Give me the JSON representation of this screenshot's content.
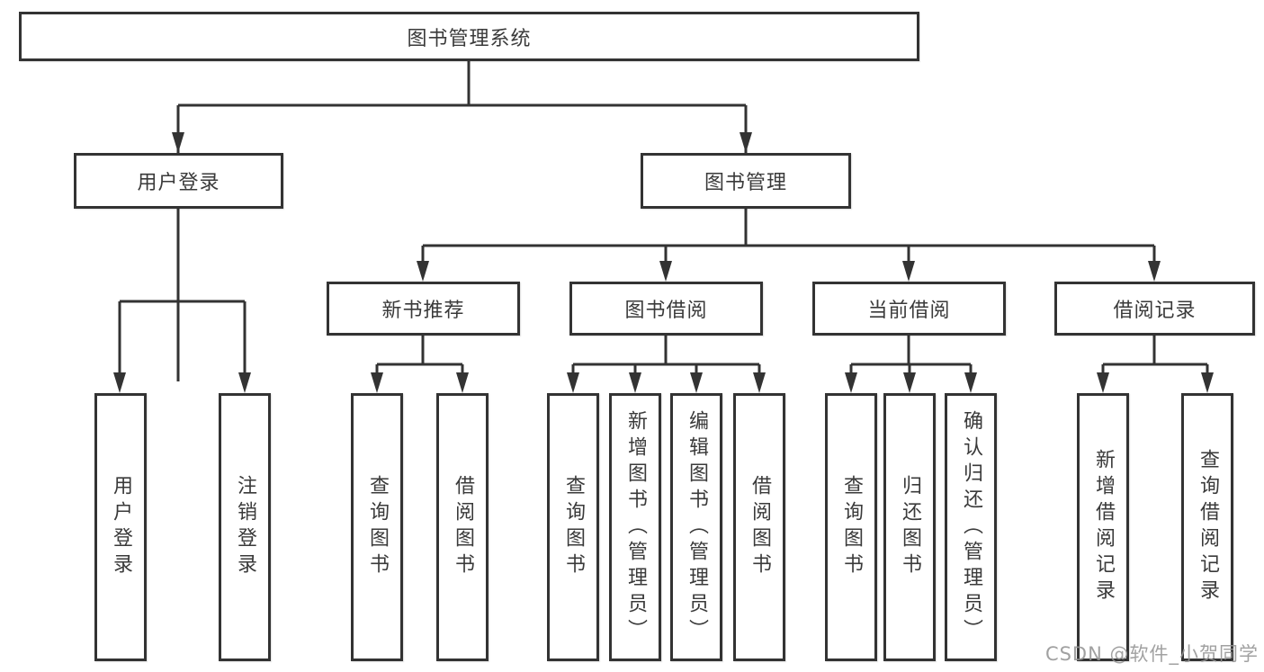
{
  "diagram": {
    "title": "图书管理系统",
    "tree": {
      "label": "图书管理系统",
      "children": [
        {
          "label": "用户登录",
          "children": [
            {
              "label": "用户登录"
            },
            {
              "label": "注销登录"
            }
          ]
        },
        {
          "label": "图书管理",
          "children": [
            {
              "label": "新书推荐",
              "children": [
                {
                  "label": "查询图书"
                },
                {
                  "label": "借阅图书"
                }
              ]
            },
            {
              "label": "图书借阅",
              "children": [
                {
                  "label": "查询图书"
                },
                {
                  "label": "新增图书（管理员）"
                },
                {
                  "label": "编辑图书（管理员）"
                },
                {
                  "label": "借阅图书"
                }
              ]
            },
            {
              "label": "当前借阅",
              "children": [
                {
                  "label": "查询图书"
                },
                {
                  "label": "归还图书"
                },
                {
                  "label": "确认归还（管理员）"
                }
              ]
            },
            {
              "label": "借阅记录",
              "children": [
                {
                  "label": "新增借阅记录"
                },
                {
                  "label": "查询借阅记录"
                }
              ]
            }
          ]
        }
      ]
    },
    "colors": {
      "line": "#333333",
      "text": "#3a3a3a",
      "box_fill": "#ffffff",
      "watermark": "#949494"
    }
  },
  "watermark": {
    "text": "CSDN @软件_小贺同学"
  }
}
